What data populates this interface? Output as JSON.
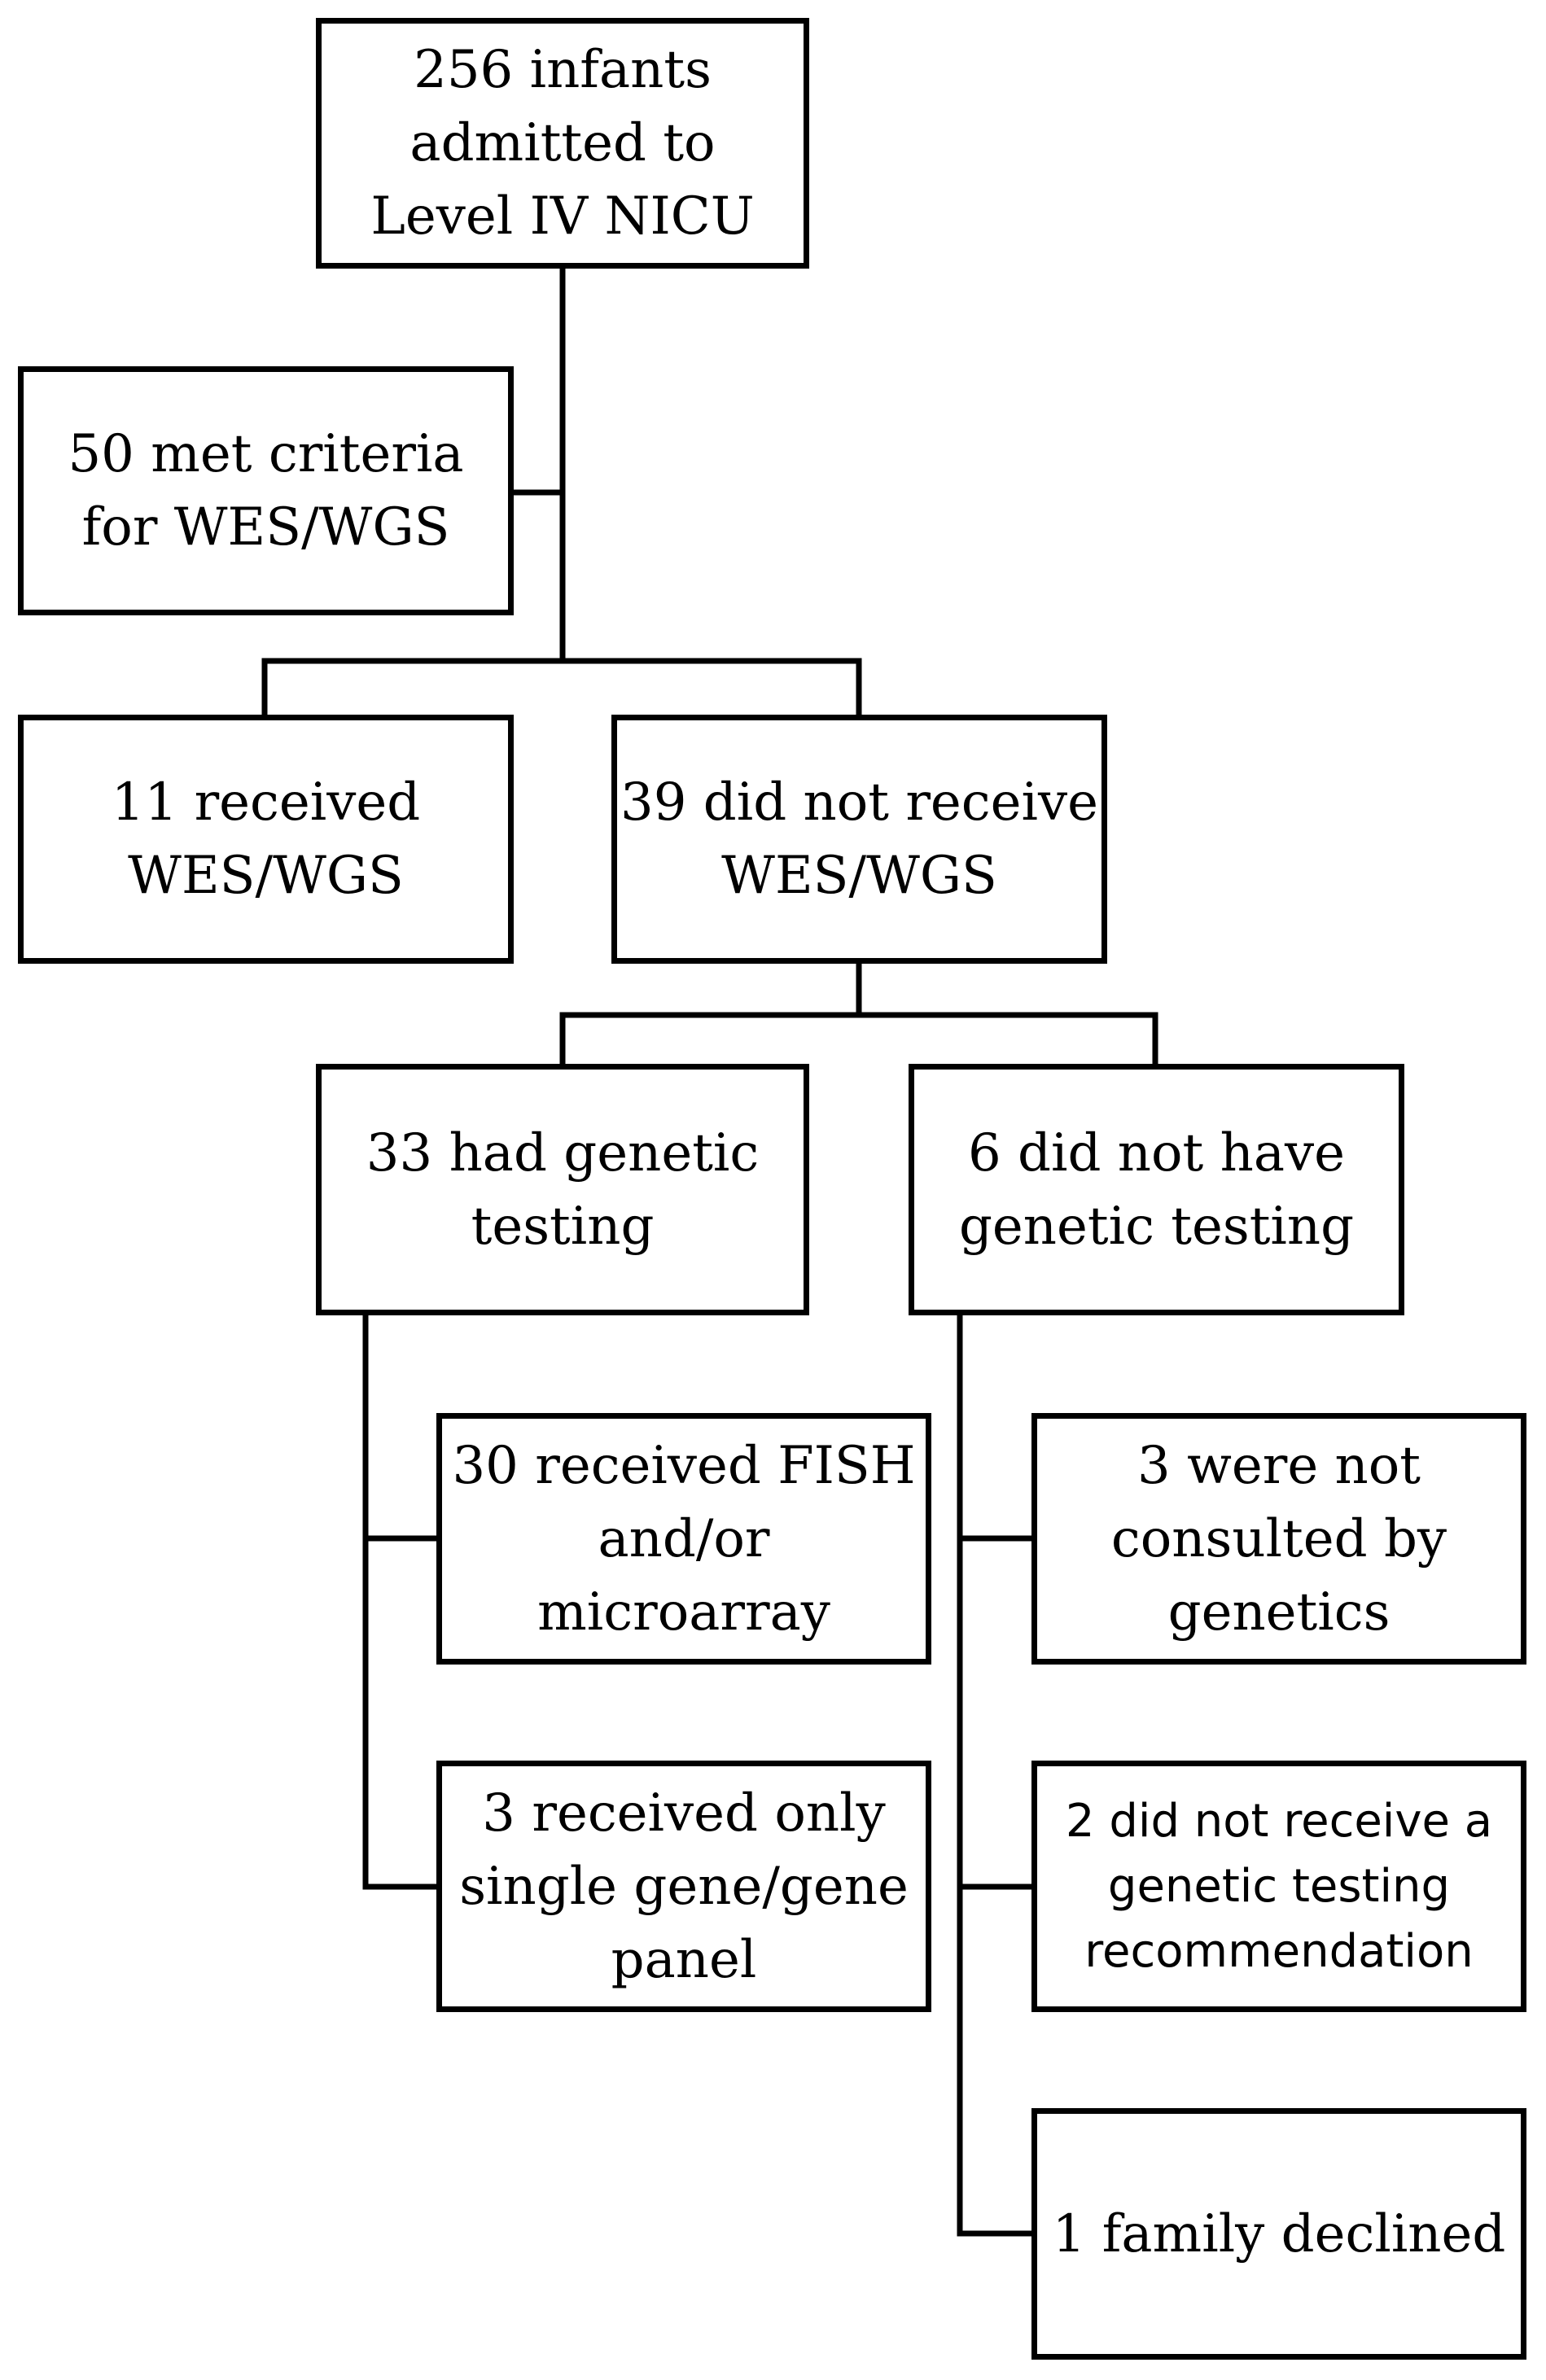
{
  "nodes": {
    "admitted": "256 infants admitted to Level IV NICU",
    "met_criteria": "50 met criteria for WES/WGS",
    "received": "11 received WES/WGS",
    "did_not_receive": "39 did not receive WES/WGS",
    "had_testing": "33 had genetic testing",
    "no_testing": "6 did not have genetic testing",
    "fish_microarray": "30 received FISH and/or microarray",
    "single_gene": "3 received only single gene/gene panel",
    "not_consulted": "3 were not consulted by genetics",
    "no_recommendation": "2 did not receive a genetic testing recommendation",
    "family_declined": "1 family declined"
  }
}
